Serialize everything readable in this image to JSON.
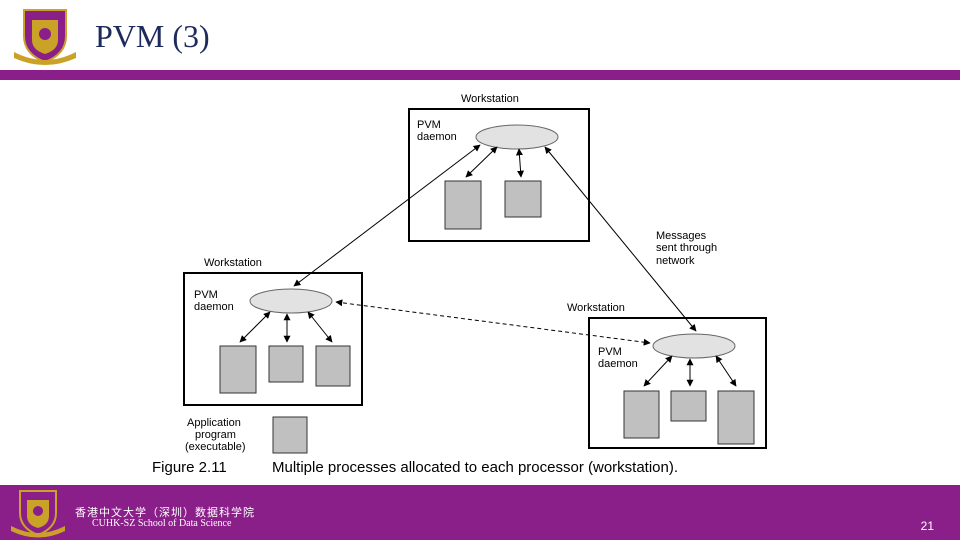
{
  "slide": {
    "title": "PVM (3)",
    "page_number": "21"
  },
  "footer": {
    "chinese_name": "香港中文大学（深圳）数据科学院",
    "english_name": "CUHK-SZ School of Data Science"
  },
  "figure": {
    "ws_top_label": "Workstation",
    "ws_left_label": "Workstation",
    "ws_right_label": "Workstation",
    "daemon_line1": "PVM",
    "daemon_line2": "daemon",
    "messages_line1": "Messages",
    "messages_line2": "sent through",
    "messages_line3": "network",
    "legend_line1": "Application",
    "legend_line2": "program",
    "legend_line3": "(executable)",
    "caption_label": "Figure 2.11",
    "caption_text": "Multiple processes allocated to each processor (workstation)."
  },
  "colors": {
    "brand_purple": "#8a1f8a",
    "title_navy": "#1f2a5c",
    "process_gray": "#c0c0c0",
    "daemon_fill": "#e2e2e2"
  }
}
